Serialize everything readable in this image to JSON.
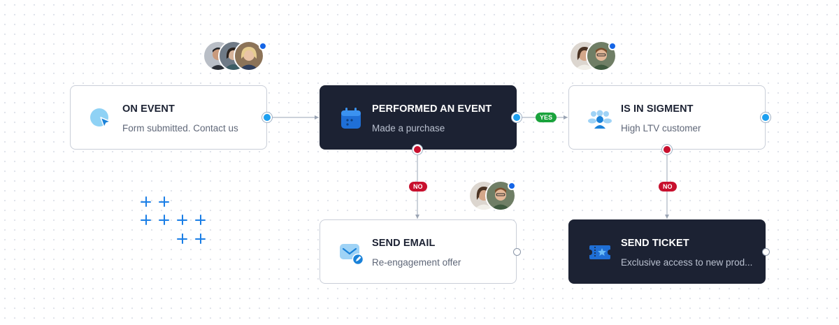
{
  "nodes": {
    "on_event": {
      "title": "ON EVENT",
      "subtitle": "Form submitted. Contact us",
      "icon": "cursor-pointer-icon"
    },
    "performed_event": {
      "title": "PERFORMED AN EVENT",
      "subtitle": "Made a purchase",
      "icon": "calendar-icon"
    },
    "in_segment": {
      "title": "IS IN SIGMENT",
      "subtitle": "High LTV customer",
      "icon": "users-group-icon"
    },
    "send_email": {
      "title": "SEND EMAIL",
      "subtitle": "Re-engagement offer",
      "icon": "email-edit-icon"
    },
    "send_ticket": {
      "title": "SEND TICKET",
      "subtitle": "Exclusive access to new prod...",
      "icon": "ticket-star-icon"
    }
  },
  "connectors": {
    "yes_label": "YES",
    "no_label_email": "NO",
    "no_label_ticket": "NO"
  },
  "colors": {
    "accent_blue": "#1ea0f0",
    "dark_node": "#1c2233",
    "yes_green": "#1aa33c",
    "no_red": "#c8102e",
    "online_dot": "#1565e6"
  },
  "avatar_groups": [
    {
      "attached_to": "on_event",
      "count": 3,
      "online": true
    },
    {
      "attached_to": "in_segment",
      "count": 2,
      "online": true
    },
    {
      "attached_to": "send_email",
      "count": 2,
      "online": true
    }
  ]
}
